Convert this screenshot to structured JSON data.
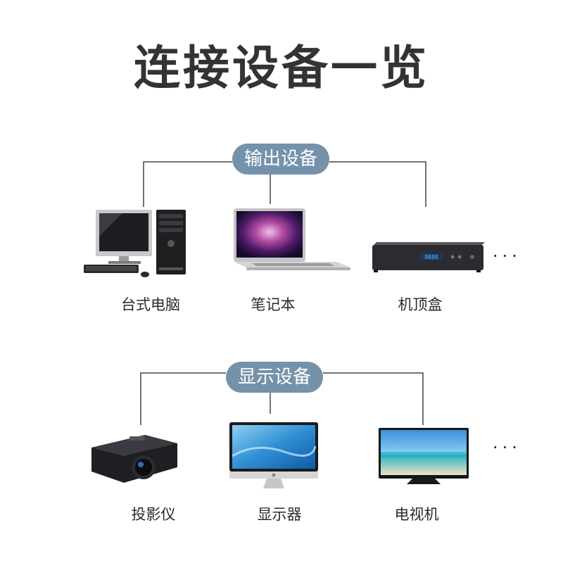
{
  "title": "连接设备一览",
  "groups": [
    {
      "heading": "输出设备",
      "devices": [
        {
          "label": "台式电脑",
          "icon": "desktop-computer-icon"
        },
        {
          "label": "笔记本",
          "icon": "laptop-icon"
        },
        {
          "label": "机顶盒",
          "icon": "set-top-box-icon"
        }
      ],
      "more": "···"
    },
    {
      "heading": "显示设备",
      "devices": [
        {
          "label": "投影仪",
          "icon": "projector-icon"
        },
        {
          "label": "显示器",
          "icon": "monitor-icon"
        },
        {
          "label": "电视机",
          "icon": "television-icon"
        }
      ],
      "more": "···"
    }
  ],
  "colors": {
    "pill": "#7592ab",
    "line": "#444444",
    "title": "#333333"
  }
}
